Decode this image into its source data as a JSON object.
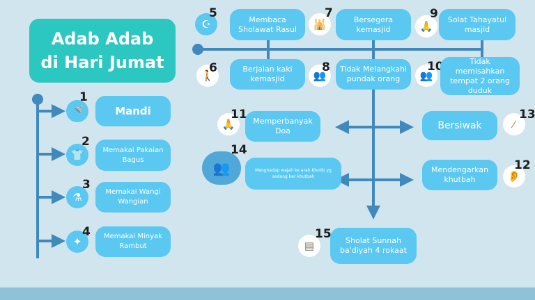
{
  "title": "Adab Adab di Hari Jumat",
  "colors": {
    "background": "#d1e5ef",
    "title_box": "#2cc7c1",
    "box": "#5ac8f0",
    "connector": "#3f89bd"
  },
  "steps": [
    {
      "num": "1",
      "label": "Mandi",
      "icon": "shower-icon"
    },
    {
      "num": "2",
      "label": "Memakai Pakaian Bagus",
      "icon": "shirt-icon"
    },
    {
      "num": "3",
      "label": "Memakai Wangi Wangian",
      "icon": "perfume-icon"
    },
    {
      "num": "4",
      "label": "Memakai Minyak Rambut",
      "icon": "hair-oil-icon"
    },
    {
      "num": "5",
      "label": "Membaca Sholawat Rasul",
      "icon": "calligraphy-icon"
    },
    {
      "num": "6",
      "label": "Berjalan kaki kemasjid",
      "icon": "walking-icon"
    },
    {
      "num": "7",
      "label": "Bersegera kemasjid",
      "icon": "mosque-icon"
    },
    {
      "num": "8",
      "label": "Tidak Melangkahi pundak orang",
      "icon": "people-icon"
    },
    {
      "num": "9",
      "label": "Solat Tahayatul masjid",
      "icon": "prayer-icon"
    },
    {
      "num": "10",
      "label": "Tidak memisahkan tempat 2 orang duduk",
      "icon": "people-icon"
    },
    {
      "num": "11",
      "label": "Memperbanyak Doa",
      "icon": "praying-person-icon"
    },
    {
      "num": "12",
      "label": "Mendengarkan khutbah",
      "icon": "ear-icon"
    },
    {
      "num": "13",
      "label": "Bersiwak",
      "icon": "siwak-icon"
    },
    {
      "num": "14",
      "label": "Menghadap wajah ke arah Khotib yg sedang ber khutbah",
      "icon": "khotib-audience-icon"
    },
    {
      "num": "15",
      "label": "Sholat Sunnah ba'diyah 4 rokaat",
      "icon": "sajadah-icon"
    }
  ]
}
